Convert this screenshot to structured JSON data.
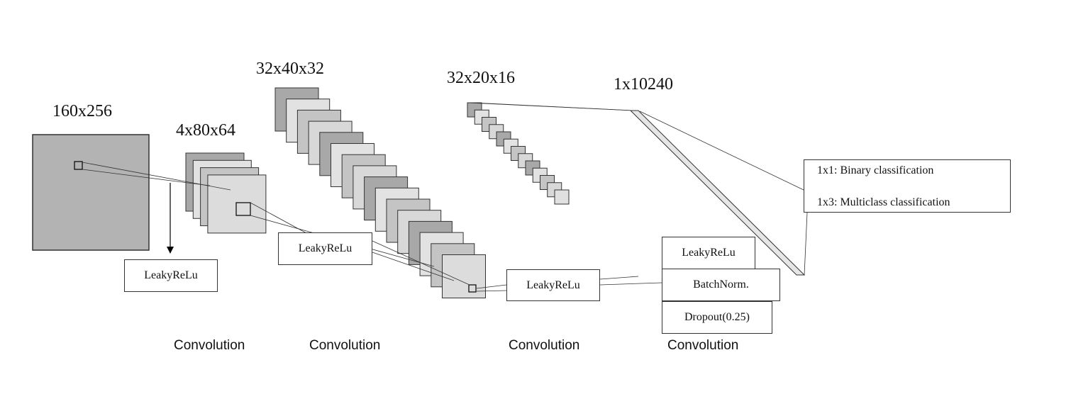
{
  "dimensions": {
    "input": "160x256",
    "conv1": "4x80x64",
    "conv2": "32x40x32",
    "conv3": "32x20x16",
    "dense": "1x10240"
  },
  "activations": {
    "act1": "LeakyReLu",
    "act2": "LeakyReLu",
    "act3": "LeakyReLu",
    "act4": "LeakyReLu"
  },
  "regularization": {
    "batchnorm": "BatchNorm.",
    "dropout": "Dropout(0.25)"
  },
  "output": {
    "binary": "1x1: Binary classification",
    "multiclass": "1x3: Multiclass classification"
  },
  "captions": {
    "c1": "Convolution",
    "c2": "Convolution",
    "c3": "Convolution",
    "c4": "Convolution"
  },
  "layers": {
    "conv1_count": 4,
    "conv2_count": 16,
    "conv3_count": 13
  }
}
